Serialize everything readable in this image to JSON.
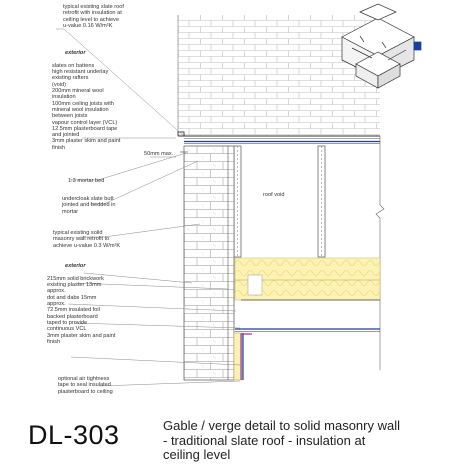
{
  "notes": {
    "roof_existing": "typical existing slate roof\nretrofit with insulation at\nceiling level to achieve\nu-value 0.16 W/m²K",
    "exterior_heading": "exterior",
    "roof_layers": "slates on battens\nhigh resistant underlay\nexisting rafters\n(void)\n200mm mineral wool\ninsulation\n100mm ceiling joists with\nmineral wool insulation\nbetween joists\nvapour control layer (VCL)\n12.5mm plasterboard tape\nand jointed\n3mm plaster skim and paint\nfinish",
    "dim_50": "50mm max.",
    "mortar_bed": "1:3 mortar bed",
    "undercloak": "undercloak slate butt\njointed and bedded in\nmortar",
    "roof_void": "roof void",
    "wall_existing": "typical existing solid\nmasonry wall retrofit to\nachieve u-value 0.3 W/m²K",
    "wall_exterior_heading": "exterior",
    "wall_layers": "215mm solid brickwork\nexisting plaster 13mm\napprox.\ndot and dabs 15mm\napprox.\n72.5mm insulated foil\nbacked plasterboard\ntaped to provide\ncontinuous VCL\n3mm plaster skim and paint\nfinish",
    "airtightness": "optional air tightness\ntape to seal insulated\nplasterboard to ceiling"
  },
  "footer": {
    "code": "DL-303",
    "title": "Gable / verge detail to solid masonry wall\n- traditional slate roof - insulation at\nceiling level"
  },
  "colors": {
    "insulation": "#fbf2b4",
    "insulation_line": "#e9d76a",
    "vcl": "#1b3fa0",
    "tape": "#9b3aa8",
    "brick_line": "#a9a9a9",
    "leader": "#888888"
  },
  "icons": {
    "house_key": "isometric-house-key-icon"
  }
}
